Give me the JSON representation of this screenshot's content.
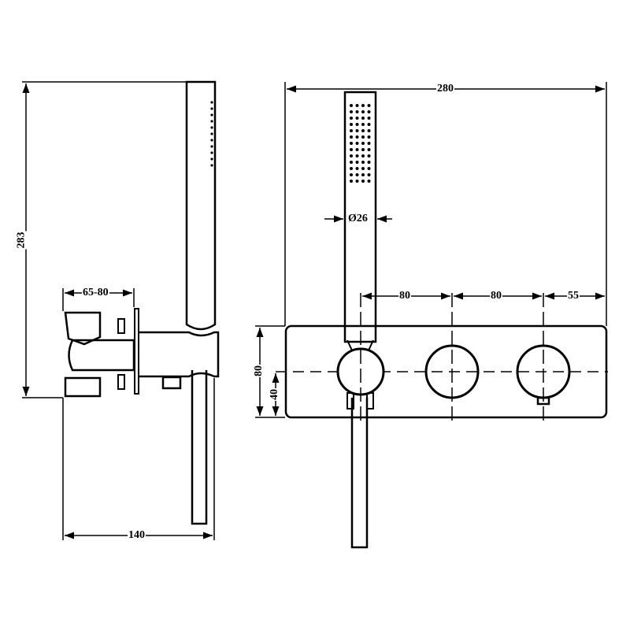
{
  "side_view": {
    "height_dim": "283",
    "depth_range_dim": "65-80",
    "total_depth_dim": "140"
  },
  "front_view": {
    "width_dim": "280",
    "handshower_diameter_dim": "Ø26",
    "spacing_1_dim": "80",
    "spacing_2_dim": "80",
    "edge_dim": "55",
    "plate_height_dim": "80",
    "center_height_dim": "40"
  },
  "colors": {
    "line": "#000000",
    "background": "#ffffff"
  }
}
